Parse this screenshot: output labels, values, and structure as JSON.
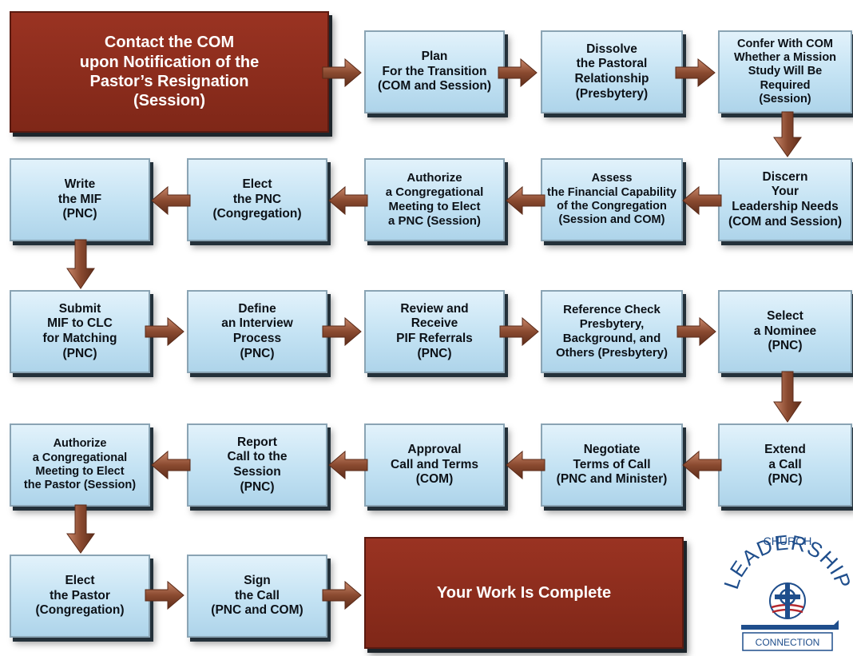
{
  "colors": {
    "box_fill": "#c3e2f3",
    "box_border": "#8aa4b4",
    "start_end_fill": "#8b2c1c",
    "arrow": "#8a4a30",
    "text": "#0c1117",
    "logo_blue": "#1f4e8c",
    "logo_red": "#b5282e"
  },
  "steps": [
    {
      "id": "contact-com",
      "text": "Contact the COM\nupon Notification of the\nPastor’s Resignation\n(Session)"
    },
    {
      "id": "plan",
      "text": "Plan\nFor the Transition\n(COM and Session)"
    },
    {
      "id": "dissolve",
      "text": "Dissolve\nthe Pastoral\nRelationship\n(Presbytery)"
    },
    {
      "id": "confer",
      "text": "Confer With COM\nWhether a Mission\nStudy Will Be Required\n(Session)"
    },
    {
      "id": "discern",
      "text": "Discern\nYour\nLeadership Needs\n(COM and Session)"
    },
    {
      "id": "assess",
      "text": "Assess\nthe Financial Capability\nof the Congregation\n(Session and COM)"
    },
    {
      "id": "authorize-pnc",
      "text": "Authorize\na Congregational\nMeeting to Elect\na PNC (Session)"
    },
    {
      "id": "elect-pnc",
      "text": "Elect\nthe PNC\n(Congregation)"
    },
    {
      "id": "write-mif",
      "text": "Write\nthe MIF\n(PNC)"
    },
    {
      "id": "submit-mif",
      "text": "Submit\nMIF to CLC\nfor Matching\n(PNC)"
    },
    {
      "id": "define-interview",
      "text": "Define\nan Interview\nProcess\n(PNC)"
    },
    {
      "id": "review-pif",
      "text": "Review and\nReceive\nPIF Referrals\n(PNC)"
    },
    {
      "id": "reference-check",
      "text": "Reference Check\nPresbytery,\nBackground, and\nOthers (Presbytery)"
    },
    {
      "id": "select-nominee",
      "text": "Select\na Nominee\n(PNC)"
    },
    {
      "id": "extend-call",
      "text": "Extend\na Call\n(PNC)"
    },
    {
      "id": "negotiate",
      "text": "Negotiate\nTerms of Call\n(PNC and Minister)"
    },
    {
      "id": "approval",
      "text": "Approval\nCall and Terms\n(COM)"
    },
    {
      "id": "report-call",
      "text": "Report\nCall to the\nSession\n(PNC)"
    },
    {
      "id": "authorize-pastor",
      "text": "Authorize\na Congregational\nMeeting to Elect\nthe Pastor (Session)"
    },
    {
      "id": "elect-pastor",
      "text": "Elect\nthe Pastor\n(Congregation)"
    },
    {
      "id": "sign-call",
      "text": "Sign\nthe Call\n(PNC and COM)"
    },
    {
      "id": "complete",
      "text": "Your Work Is Complete"
    }
  ],
  "logo": {
    "line1": "CHURCH",
    "line2": "LEADERSHIP",
    "line3": "CONNECTION"
  }
}
